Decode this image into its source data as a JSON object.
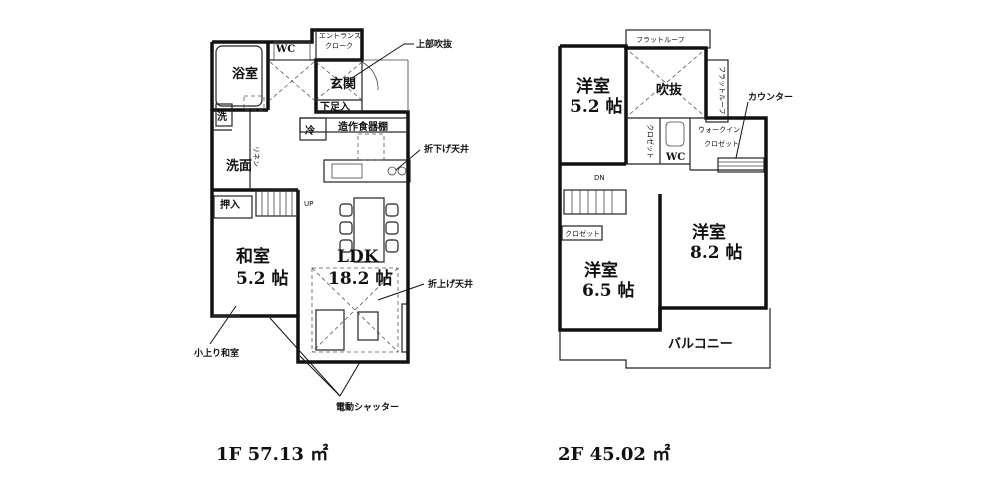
{
  "floor1": {
    "rooms": {
      "bath": "浴室",
      "wc": "WC",
      "entrance_closet_1": "エントランス",
      "entrance_closet_2": "クローク",
      "genkan": "玄関",
      "shoebox": "下足入",
      "wash_machine": "洗",
      "linen": "リネン",
      "washroom": "洗面",
      "fridge": "冷",
      "pantry": "造作食器棚",
      "oshiire": "押入",
      "washitsu": "和室",
      "washitsu_size": "5.2 帖",
      "ldk": "LDK",
      "ldk_size": "18.2 帖",
      "up": "UP"
    },
    "annotations": {
      "upper_void": "上部吹抜",
      "drop_ceiling": "折下げ天井",
      "raised_ceiling": "折上げ天井",
      "raised_tatami": "小上り和室",
      "shutter": "電動シャッター"
    },
    "area_label": "1F 57.13 ㎡"
  },
  "floor2": {
    "rooms": {
      "flat_roof_top": "フラットルーフ",
      "flat_roof_side": "フラットルーフ",
      "bed1": "洋室",
      "bed1_size": "5.2 帖",
      "void": "吹抜",
      "closet_small": "クロゼット",
      "wc": "WC",
      "wic_1": "ウォークイン",
      "wic_2": "クロゼット",
      "dn": "DN",
      "closet2": "クロゼット",
      "bed2": "洋室",
      "bed2_size": "6.5 帖",
      "bed3": "洋室",
      "bed3_size": "8.2 帖",
      "balcony": "バルコニー"
    },
    "annotations": {
      "counter": "カウンター"
    },
    "area_label": "2F 45.02 ㎡"
  }
}
